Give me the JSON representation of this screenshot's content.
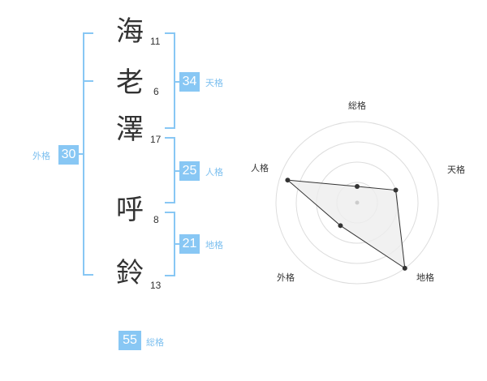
{
  "characters": [
    {
      "char": "海",
      "strokes": "11"
    },
    {
      "char": "老",
      "strokes": "6"
    },
    {
      "char": "澤",
      "strokes": "17"
    },
    {
      "char": "呼",
      "strokes": "8"
    },
    {
      "char": "鈴",
      "strokes": "13"
    }
  ],
  "kakusu": {
    "tenkaku": {
      "value": "34",
      "label": "天格"
    },
    "jinkaku": {
      "value": "25",
      "label": "人格"
    },
    "chikaku": {
      "value": "21",
      "label": "地格"
    },
    "gaikaku": {
      "value": "30",
      "label": "外格"
    },
    "soukaku": {
      "value": "55",
      "label": "総格"
    }
  },
  "radar": {
    "axes": [
      "総格",
      "天格",
      "地格",
      "外格",
      "人格"
    ],
    "levels": [
      0.2,
      0.5,
      1.0,
      0.35,
      0.9
    ],
    "max_level": 1.0,
    "colors": {
      "ring": "#dddddd",
      "fill": "#eeeeee",
      "line": "#333333",
      "bracket": "#88c7f4"
    }
  }
}
